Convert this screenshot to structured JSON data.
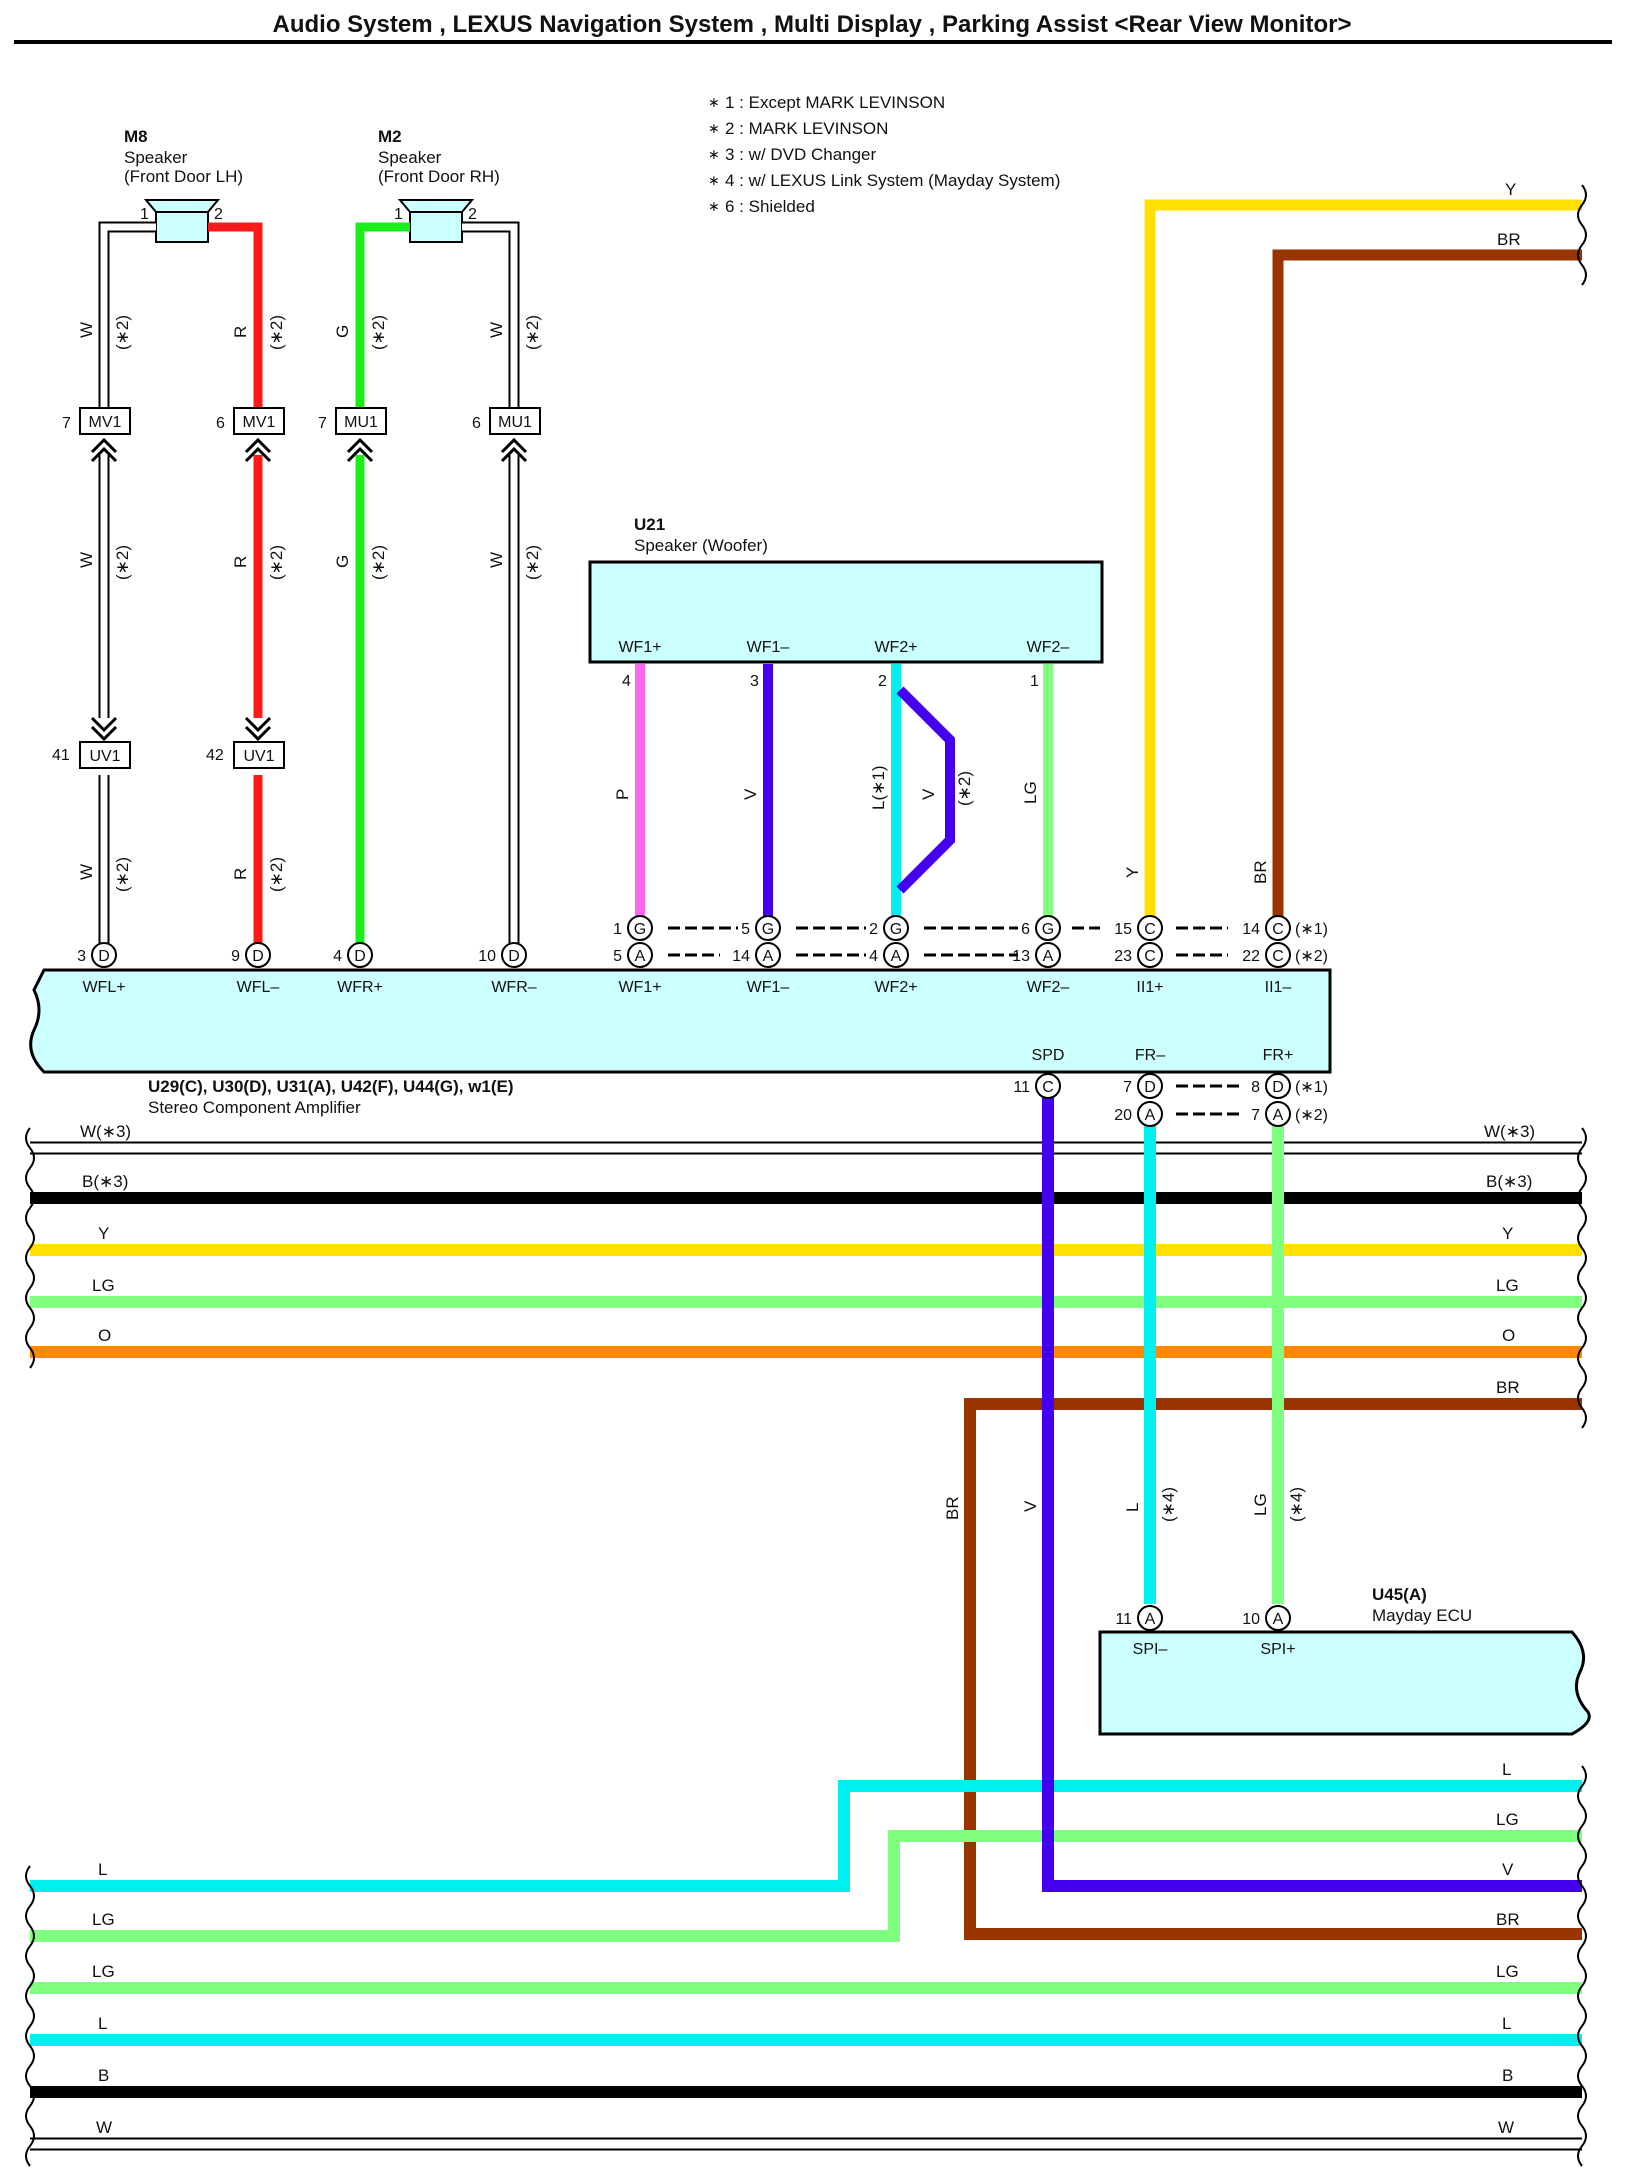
{
  "title": "Audio System , LEXUS Navigation System , Multi Display , Parking Assist <Rear View Monitor>",
  "colors": {
    "W": "#ffffff",
    "R": "#ff1a1a",
    "G": "#1aee1a",
    "B": "#000000",
    "Y": "#ffe000",
    "BR": "#993300",
    "LG": "#80ff80",
    "L": "#00f0f0",
    "V": "#4400ee",
    "P": "#ff66ee",
    "O": "#ff8800",
    "box": "#ccffff"
  },
  "notes": [
    "1 : Except MARK LEVINSON",
    "2 : MARK LEVINSON",
    "3 : w/ DVD Changer",
    "4 : w/ LEXUS Link System (Mayday System)",
    "6 : Shielded"
  ],
  "components": {
    "m8": {
      "code": "M8",
      "name": "Speaker",
      "loc": "(Front Door LH)",
      "pin1": "1",
      "pin2": "2"
    },
    "m2": {
      "code": "M2",
      "name": "Speaker",
      "loc": "(Front Door RH)",
      "pin1": "1",
      "pin2": "2"
    },
    "u21": {
      "code": "U21",
      "name": "Speaker (Woofer)",
      "pins": [
        "WF1+",
        "WF1–",
        "WF2+",
        "WF2–"
      ],
      "nums": [
        "4",
        "3",
        "2",
        "1"
      ]
    },
    "amp": {
      "codes": "U29(C), U30(D), U31(A), U42(F), U44(G), w1(E)",
      "name": "Stereo Component Amplifier",
      "pins": [
        "WFL+",
        "WFL–",
        "WFR+",
        "WFR–",
        "WF1+",
        "WF1–",
        "WF2+",
        "WF2–",
        "II1+",
        "II1–"
      ],
      "bottom_pins": [
        "SPD",
        "FR–",
        "FR+"
      ]
    },
    "u45": {
      "code": "U45(A)",
      "name": "Mayday ECU",
      "pins": [
        "SPI–",
        "SPI+"
      ],
      "nums": [
        "11",
        "10"
      ]
    }
  },
  "junctions": {
    "mv1_l": {
      "num": "7",
      "name": "MV1"
    },
    "mv1_r": {
      "num": "6",
      "name": "MV1"
    },
    "mu1_l": {
      "num": "7",
      "name": "MU1"
    },
    "mu1_r": {
      "num": "6",
      "name": "MU1"
    },
    "uv1_l": {
      "num": "41",
      "name": "UV1"
    },
    "uv1_r": {
      "num": "42",
      "name": "UV1"
    }
  },
  "wire_labels": {
    "w": "W",
    "r": "R",
    "g": "G",
    "p": "P",
    "v": "V",
    "lg": "LG",
    "y": "Y",
    "br": "BR",
    "l_s1": "L(∗1)",
    "s1": "(∗1)",
    "s2": "(∗2)",
    "s4": "(∗4)",
    "l": "L",
    "b": "B",
    "o": "O",
    "w_s3": "W(∗3)",
    "b_s3": "B(∗3)"
  },
  "connectors": {
    "amp_top": [
      {
        "num": "3",
        "letter": "D"
      },
      {
        "num": "9",
        "letter": "D"
      },
      {
        "num": "4",
        "letter": "D"
      },
      {
        "num": "10",
        "letter": "D"
      },
      {
        "num1": "1",
        "l1": "G",
        "num2": "5",
        "l2": "A"
      },
      {
        "num1": "5",
        "l1": "G",
        "num2": "14",
        "l2": "A"
      },
      {
        "num1": "2",
        "l1": "G",
        "num2": "4",
        "l2": "A"
      },
      {
        "num1": "6",
        "l1": "G",
        "num2": "13",
        "l2": "A"
      },
      {
        "num1": "15",
        "l1": "C",
        "num2": "23",
        "l2": "C"
      },
      {
        "num1": "14",
        "l1": "C",
        "num2": "22",
        "l2": "C"
      }
    ],
    "amp_bottom": [
      {
        "num": "11",
        "letter": "C"
      },
      {
        "num1": "7",
        "l1": "D",
        "num2": "20",
        "l2": "A"
      },
      {
        "num1": "8",
        "l1": "D",
        "num2": "7",
        "l2": "A"
      }
    ],
    "u45": [
      {
        "num": "11",
        "letter": "A"
      },
      {
        "num": "10",
        "letter": "A"
      }
    ]
  },
  "buses": [
    {
      "label": "W(∗3)",
      "color": "W"
    },
    {
      "label": "B(∗3)",
      "color": "B"
    },
    {
      "label": "Y",
      "color": "Y"
    },
    {
      "label": "LG",
      "color": "LG"
    },
    {
      "label": "O",
      "color": "O"
    },
    {
      "label": "BR",
      "color": "BR"
    },
    {
      "label": "L",
      "color": "L"
    },
    {
      "label": "LG",
      "color": "LG"
    },
    {
      "label": "V",
      "color": "V"
    },
    {
      "label": "BR",
      "color": "BR"
    },
    {
      "label": "LG",
      "color": "LG"
    },
    {
      "label": "L",
      "color": "L"
    },
    {
      "label": "B",
      "color": "B"
    },
    {
      "label": "W",
      "color": "W"
    }
  ],
  "left_bus_labels": [
    "L",
    "LG"
  ],
  "top_right_labels": [
    "Y",
    "BR"
  ]
}
